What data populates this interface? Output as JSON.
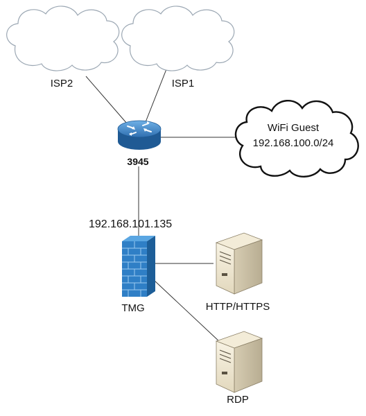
{
  "diagram": {
    "clouds": {
      "isp2_label": "ISP2",
      "isp1_label": "ISP1",
      "wifi": {
        "name": "WiFi Guest",
        "subnet": "192.168.100.0/24"
      }
    },
    "router": {
      "label": "3945",
      "icon": "router-icon"
    },
    "firewall": {
      "ip": "192.168.101.135",
      "label": "TMG",
      "icon": "firewall-brick-icon"
    },
    "servers": [
      {
        "label": "HTTP/HTTPS",
        "icon": "server-tower-icon"
      },
      {
        "label": "RDP",
        "icon": "server-tower-icon"
      }
    ],
    "colors": {
      "cloud_stroke": "#9ba7b3",
      "router_fill": "#3f86c7",
      "firewall_fill": "#2f7fc6",
      "server_fill": "#efe6cf"
    }
  }
}
